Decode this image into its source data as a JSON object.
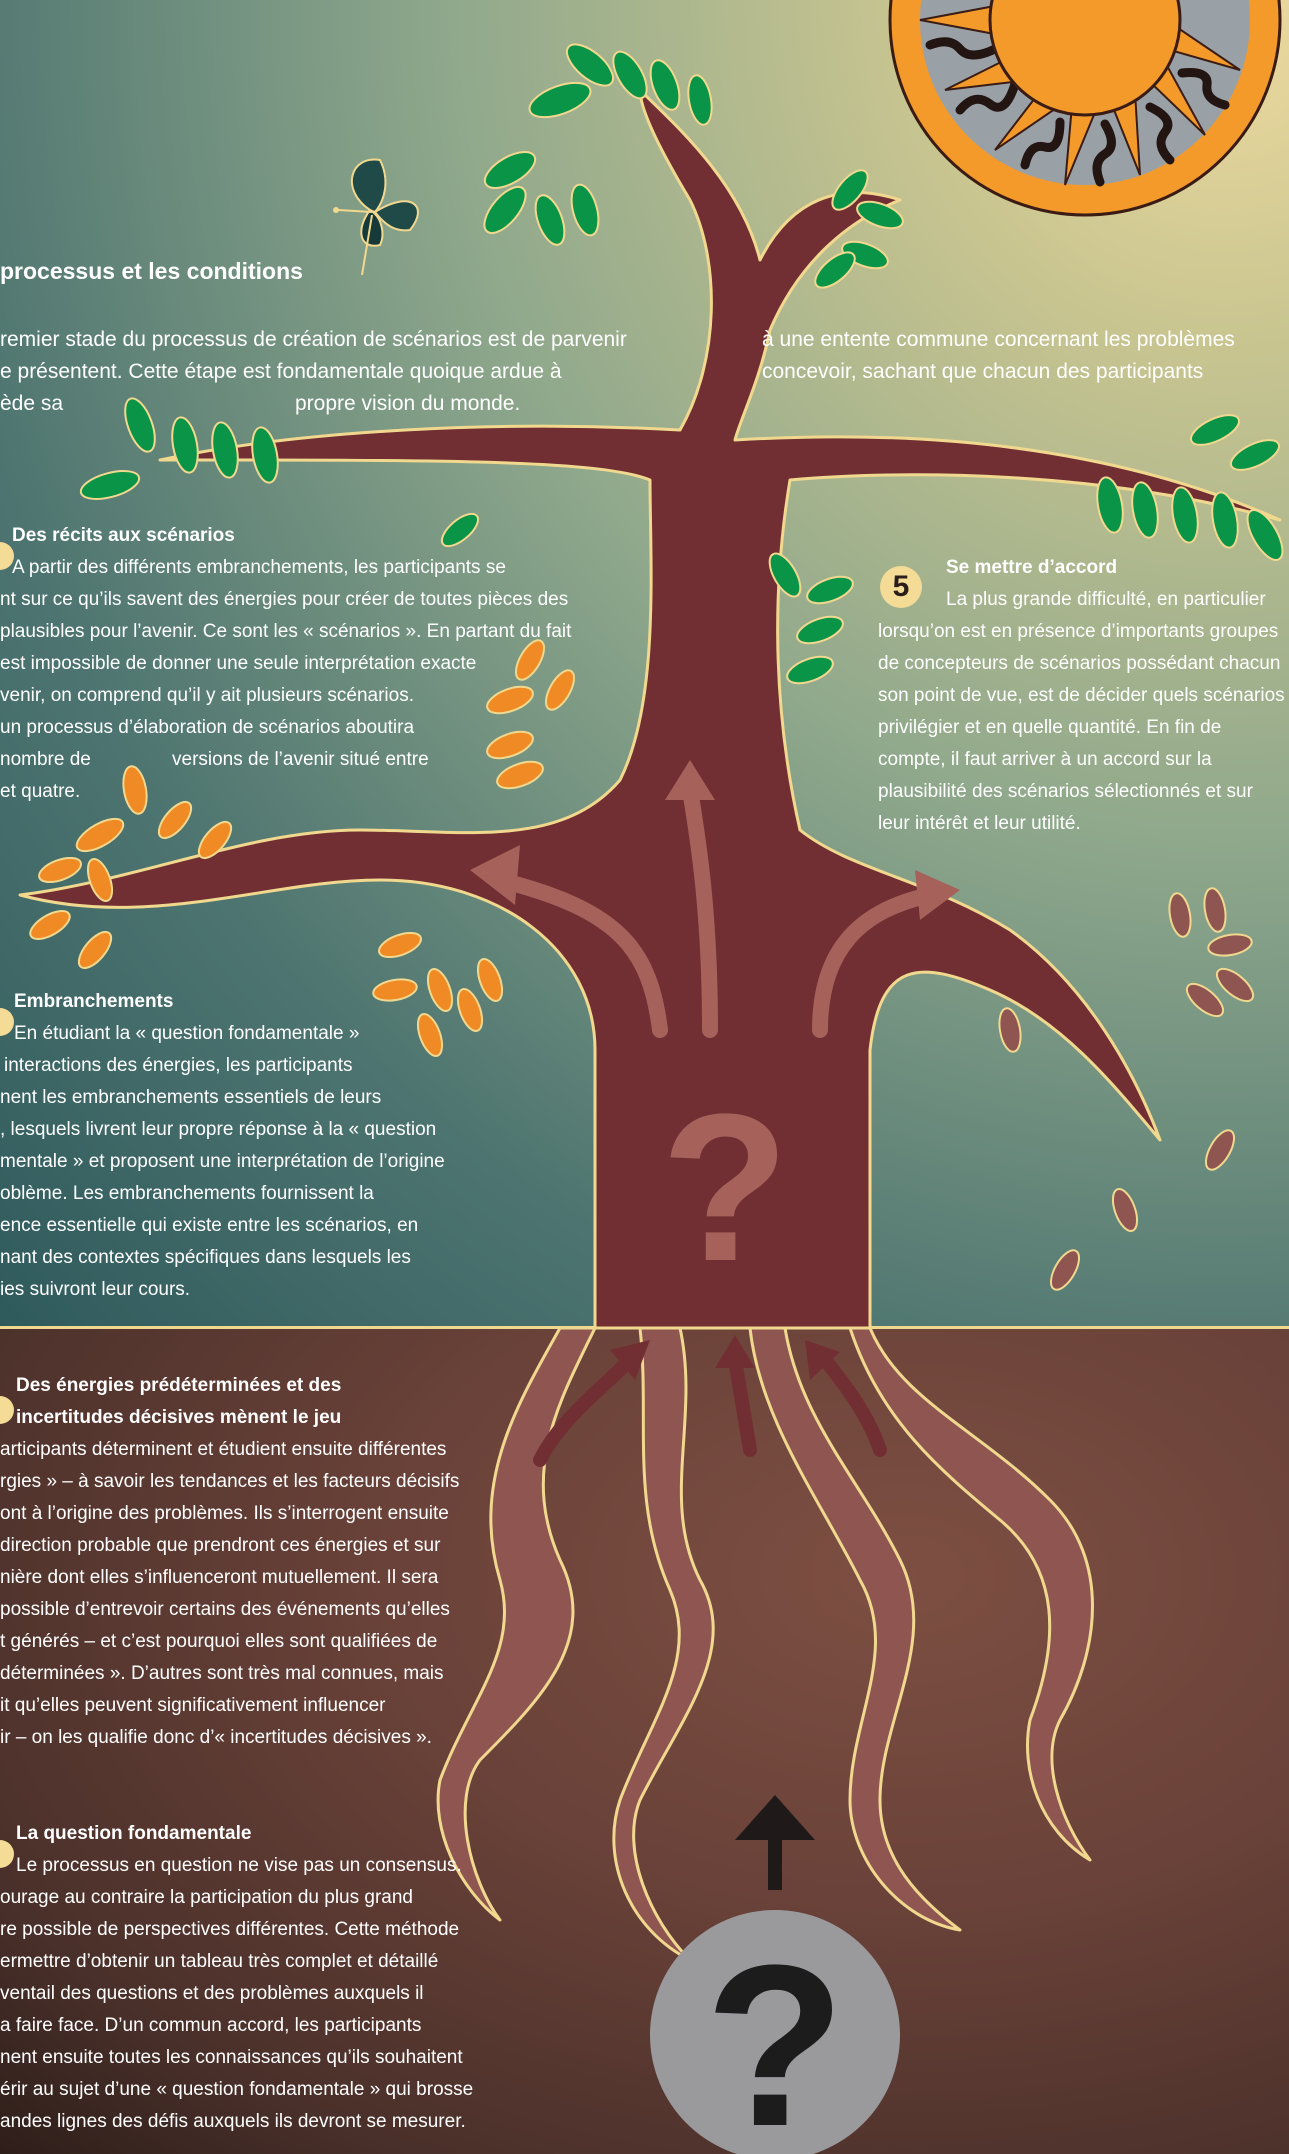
{
  "title": "processus et les conditions",
  "intro": {
    "left": [
      "remier stade du processus de création de scénarios est de parvenir",
      "e présentent. Cette étape est fondamentale quoique ardue à",
      "ède sa"
    ],
    "left_end": "propre vision du monde.",
    "right": [
      "à une entente commune concernant les problèmes",
      "concevoir, sachant que chacun des participants"
    ]
  },
  "sections": {
    "recits": {
      "heading": "Des récits aux scénarios",
      "lines": [
        "A partir des différents embranchements, les participants se",
        "nt sur ce qu’ils savent des énergies pour créer de toutes pièces des",
        "plausibles pour l’avenir. Ce sont les « scénarios ». En partant du fait",
        "est impossible de donner une seule interprétation exacte",
        "venir, on comprend qu’il y ait plusieurs scénarios.",
        "un processus d’élaboration de scénarios aboutira",
        "nombre de"
      ],
      "line_end": "versions de l’avenir situé entre",
      "last": "et quatre."
    },
    "accord": {
      "number": "5",
      "heading": "Se mettre d’accord",
      "lines": [
        "La plus grande difficulté, en particulier",
        "lorsqu’on est en présence d’importants groupes",
        "de concepteurs de scénarios possédant chacun",
        "son point de vue, est de décider quels scénarios",
        "privilégier et en quelle quantité. En fin de",
        "compte, il faut arriver à un accord sur la",
        "plausibilité des scénarios sélectionnés et sur",
        "leur intérêt et leur utilité."
      ]
    },
    "embranchements": {
      "heading": "Embranchements",
      "lines": [
        "En étudiant la « question fondamentale »",
        "interactions des énergies, les participants",
        "nent les embranchements essentiels de leurs",
        ", lesquels livrent leur propre réponse à la « question",
        "mentale » et proposent une interprétation de l’origine",
        "oblème.  Les embranchements fournissent la",
        "ence essentielle qui existe entre les scénarios, en",
        "nant des contextes spécifiques dans lesquels les",
        "ies suivront leur cours."
      ]
    },
    "energies": {
      "heading": [
        "Des énergies prédéterminées et des",
        "incertitudes décisives mènent le jeu"
      ],
      "lines": [
        "articipants déterminent et étudient ensuite différentes",
        "rgies » – à savoir les tendances et les facteurs décisifs",
        "ont à l’origine des problèmes. Ils s’interrogent ensuite",
        "direction probable que prendront ces énergies et sur",
        "nière dont elles s’influenceront mutuellement. Il sera",
        "possible d’entrevoir certains des événements qu’elles",
        "t générés – et c’est pourquoi elles sont qualifiées de",
        "déterminées ». D’autres sont très mal connues, mais",
        "it qu’elles peuvent significativement influencer",
        "ir – on les qualifie donc d’« incertitudes décisives »."
      ]
    },
    "question": {
      "heading": "La question fondamentale",
      "lines": [
        "Le processus en question ne vise pas un consensus.",
        "ourage au contraire la participation du plus grand",
        "re possible de perspectives différentes. Cette méthode",
        "ermettre d’obtenir un tableau très complet et détaillé",
        "ventail des questions et des problèmes auxquels il",
        "a faire face. D’un commun accord, les participants",
        "nent ensuite toutes les connaissances qu’ils souhaitent",
        "érir au sujet d’une « question fondamentale » qui brosse",
        "andes lignes des défis auxquels ils devront se mesurer."
      ]
    }
  },
  "glyphs": {
    "question_mark": "?"
  },
  "colors": {
    "trunk": "#722f33",
    "outline": "#f1d88f",
    "leaf_green": "#0a9448",
    "leaf_orange": "#f08a24",
    "root": "#8f5651",
    "sun": "#f39a2a"
  },
  "icons": [
    "sun-icon",
    "butterfly-icon",
    "up-arrow-icon",
    "question-circle-icon"
  ]
}
